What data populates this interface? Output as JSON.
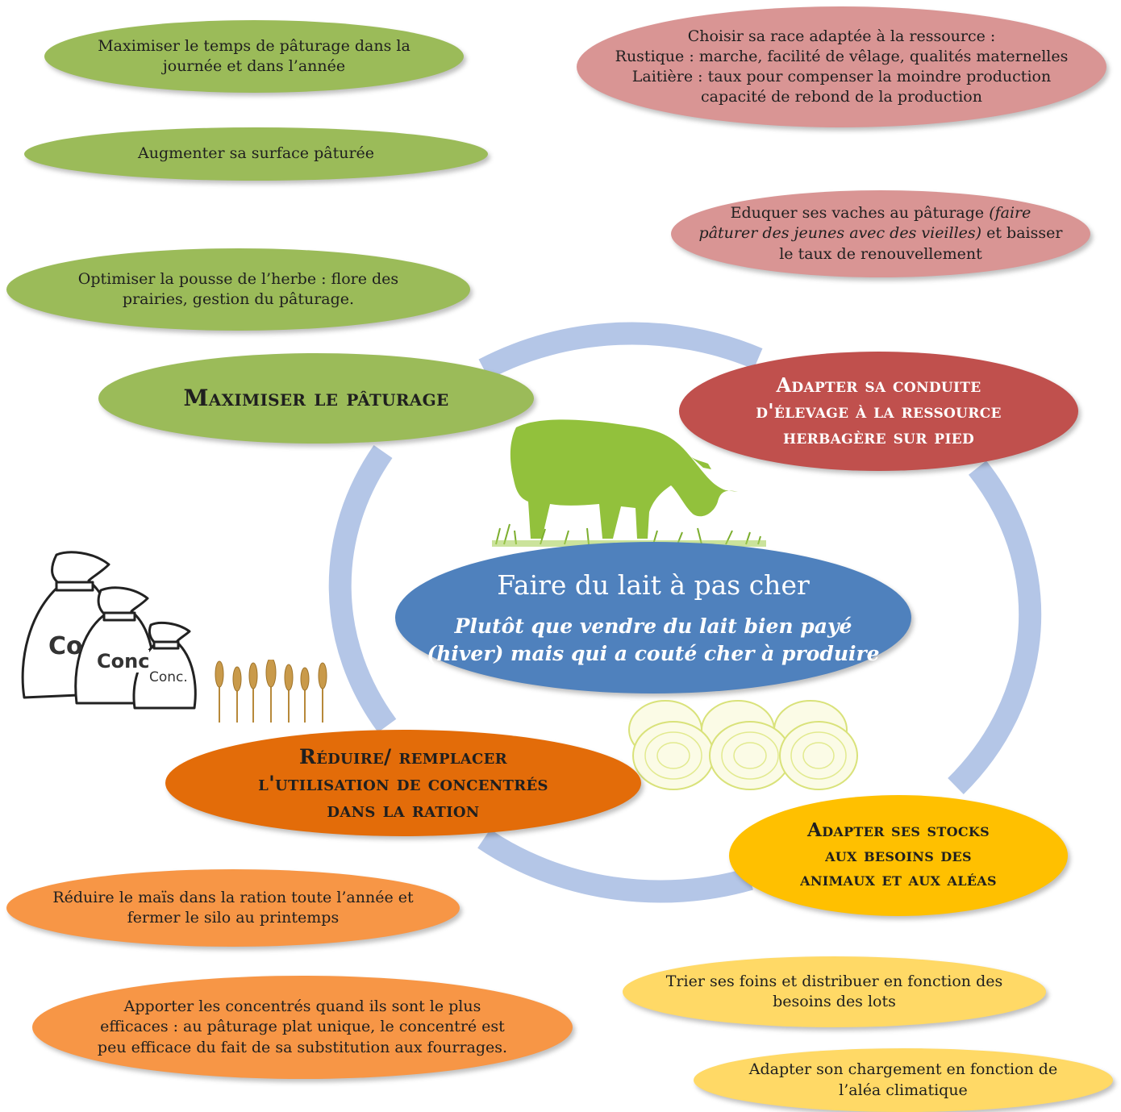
{
  "center": {
    "title": "Faire du lait à pas cher",
    "subtitle_line1": "Plutôt que vendre du lait bien payé",
    "subtitle_line2": "(hiver) mais qui a couté cher à produire"
  },
  "pasture": {
    "heading": "Maximiser le pâturage",
    "items": [
      {
        "line1": "Maximiser le temps de pâturage dans la",
        "line2": "journée et dans l’année"
      },
      {
        "line1": "Augmenter sa surface pâturée"
      },
      {
        "line1": "Optimiser la pousse de l’herbe : flore des",
        "line2": "prairies, gestion du pâturage."
      }
    ]
  },
  "herd": {
    "heading_line1": "Adapter sa conduite",
    "heading_line2": "d'élevage à la ressource",
    "heading_line3": "herbagère sur pied",
    "items": [
      {
        "line1": "Choisir sa race adaptée à la ressource :",
        "line2": "Rustique : marche, facilité de vêlage, qualités maternelles",
        "line3": "Laitière : taux pour compenser la moindre production",
        "line4": "capacité de rebond de la production"
      },
      {
        "line1a": "Eduquer ses vaches au pâturage ",
        "line1b": "(faire",
        "line2a": "pâturer des jeunes avec des vieilles)",
        "line2b": " et baisser",
        "line3": "le taux de renouvellement"
      }
    ]
  },
  "concentrates": {
    "heading_line1": "Réduire/ remplacer",
    "heading_line2": "l'utilisation de concentrés",
    "heading_line3": "dans la ration",
    "bag_label_large": "Co",
    "bag_label_medium": "Conc",
    "bag_label_small": "Conc.",
    "items": [
      {
        "line1": "Réduire le maïs dans la ration toute l’année et",
        "line2": "fermer le silo au printemps"
      },
      {
        "line1": "Apporter les concentrés quand ils sont le plus",
        "line2": "efficaces : au pâturage plat unique, le concentré est",
        "line3": "peu efficace du fait de sa substitution aux fourrages."
      }
    ]
  },
  "stocks": {
    "heading_line1": "Adapter ses stocks",
    "heading_line2": "aux besoins des",
    "heading_line3": "animaux et aux aléas",
    "items": [
      {
        "line1": "Trier ses foins et distribuer en fonction des",
        "line2": "besoins des lots"
      },
      {
        "line1": "Adapter son chargement en fonction de",
        "line2": "l’aléa climatique"
      }
    ]
  },
  "colors": {
    "green": "#9bbb59",
    "pink": "#d99594",
    "red": "#c0504d",
    "blue": "#4f81bd",
    "orange_dark": "#e36c09",
    "orange_light": "#f79646",
    "gold": "#ffc000",
    "yellow": "#ffd966",
    "ring": "#b4c6e7"
  },
  "icons": {
    "cow": "grazing-cow-icon",
    "bags": "concentrate-bags-icon",
    "wheat": "wheat-ears-icon",
    "bales": "hay-bales-icon"
  }
}
